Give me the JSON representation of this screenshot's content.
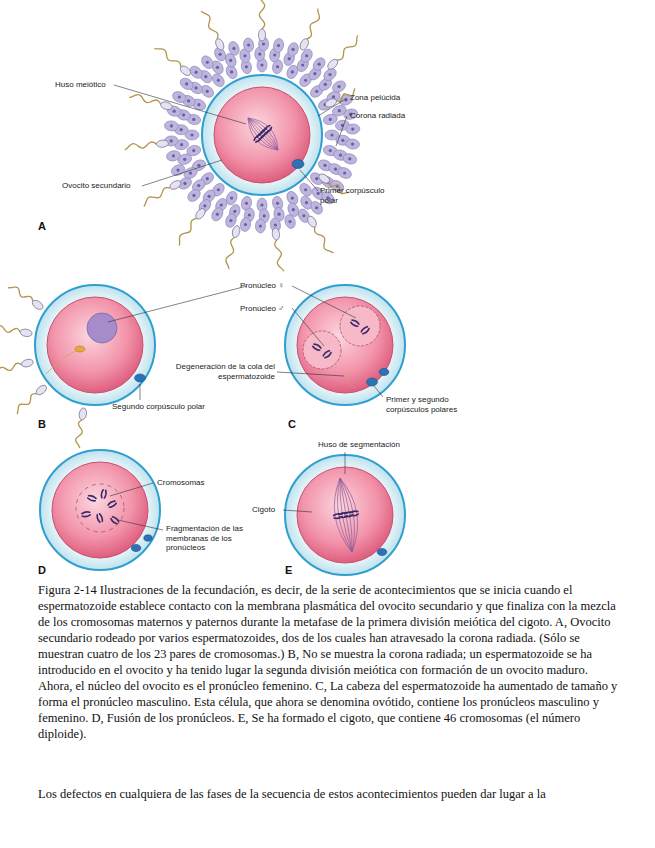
{
  "diagram": {
    "caption": "Figura 2-14 Ilustraciones de la fecundación, es decir, de la serie de acontecimientos que se inicia cuando el espermatozoide establece contacto con la membrana plasmática del ovocito secundario y que finaliza con la mezcla de los cromosomas maternos y paternos durante la metafase de la primera división meiótica del cigoto. A, Ovocito secundario rodeado por varios espermatozoides, dos de los cuales han atravesado la corona radiada. (Sólo se muestran cuatro de los 23 pares de cromosomas.) B, No se muestra la corona radiada; un espermatozoide se ha introducido en el ovocito y ha tenido lugar la segunda división meiótica con formación de un ovocito maduro. Ahora, el núcleo del ovocito es el pronúcleo femenino. C, La cabeza del espermatozoide ha aumentado de tamaño y forma el pronúcleo masculino. Esta célula, que ahora se denomina ovótido, contiene los pronúcleos masculino y femenino. D, Fusión de los pronúcleos. E, Se ha formado el cigoto, que contiene 46 cromosomas (el número diploide).",
    "labels": [
      "Huso meiótico",
      "Zona pelúcida",
      "Corona radiada",
      "Ovocito secundario",
      "Primer corpúsculo polar",
      "A",
      "Pronúcleo ♀",
      "Pronúcleo ♂",
      "Degeneración de la cola del espermatozoide",
      "Segundo corpúsculo polar",
      "Primer y segundo corpúsculos polares",
      "B",
      "C",
      "Cromosomas",
      "Fragmentación de las membranas de los pronúcleos",
      "Huso de segmentación",
      "Cigoto",
      "D",
      "E",
      "Los defectos en cualquiera de las fases de la secuencia de estos acontecimientos pueden dar lugar a la"
    ]
  }
}
